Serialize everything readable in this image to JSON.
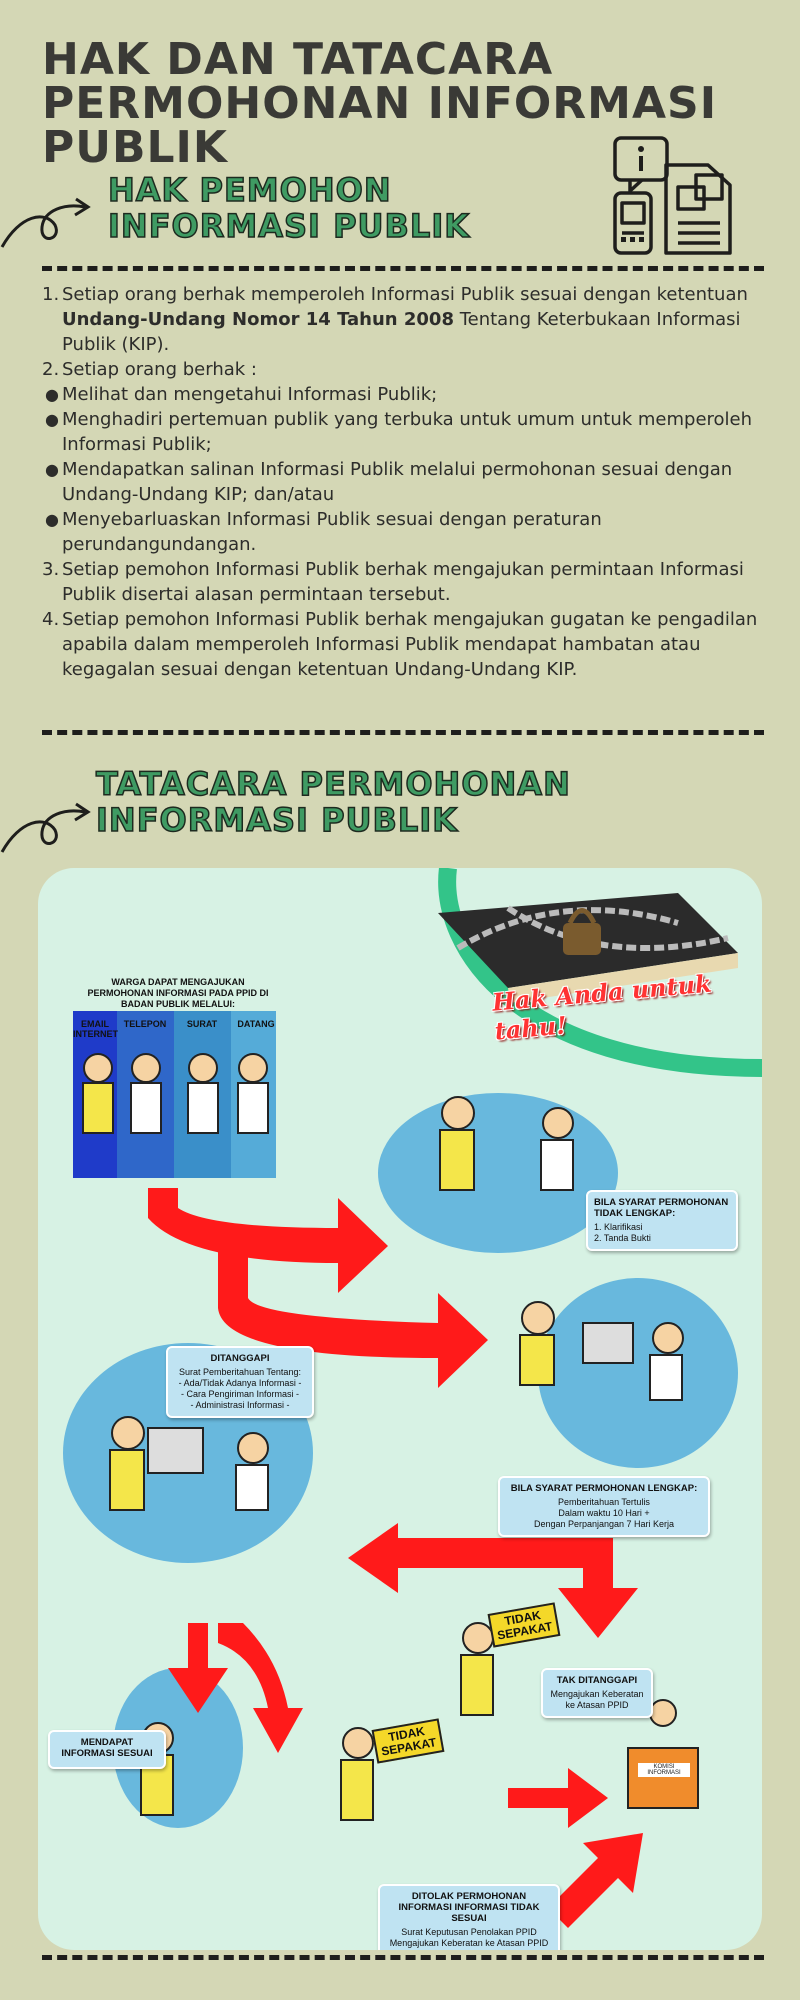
{
  "header": {
    "title_line1": "HAK DAN TATACARA",
    "title_line2": "PERMOHONAN INFORMASI PUBLIK"
  },
  "section1": {
    "title_line1": "HAK PEMOHON",
    "title_line2": "INFORMASI PUBLIK"
  },
  "rights": {
    "item1_marker": "1.",
    "item1_text_a": "Setiap orang berhak memperoleh Informasi Publik sesuai dengan ketentuan ",
    "item1_bold": "Undang-Undang Nomor 14 Tahun 2008",
    "item1_text_b": " Tentang Keterbukaan Informasi Publik (KIP).",
    "item2_marker": "2.",
    "item2_text": "Setiap orang berhak :",
    "bullets": [
      "Melihat dan mengetahui Informasi Publik;",
      "Menghadiri pertemuan publik yang terbuka untuk umum untuk memperoleh Informasi Publik;",
      "Mendapatkan salinan Informasi Publik melalui permohonan sesuai dengan Undang-Undang KIP; dan/atau",
      "Menyebarluaskan Informasi Publik sesuai dengan peraturan perundangundangan."
    ],
    "item3_marker": "3.",
    "item3_text": "Setiap pemohon Informasi Publik berhak mengajukan permintaan Informasi Publik disertai alasan permintaan tersebut.",
    "item4_marker": "4.",
    "item4_text": "Setiap pemohon Informasi Publik berhak mengajukan gugatan ke pengadilan apabila dalam memperoleh Informasi Publik mendapat hambatan atau kegagalan sesuai dengan ketentuan Undang-Undang KIP."
  },
  "section2": {
    "title_line1": "TATACARA PERMOHONAN",
    "title_line2": "INFORMASI PUBLIK"
  },
  "infographic": {
    "slogan": "Hak Anda untuk tahu!",
    "intro": "WARGA DAPAT MENGAJUKAN PERMOHONAN INFORMASI PADA PPID DI BADAN PUBLIK MELALUI:",
    "channels": [
      "EMAIL INTERNET",
      "TELEPON",
      "SURAT",
      "DATANG"
    ],
    "box_incomplete_title": "BILA SYARAT PERMOHONAN TIDAK LENGKAP:",
    "box_incomplete_l1": "1. Klarifikasi",
    "box_incomplete_l2": "2. Tanda Bukti",
    "box_responded_title": "DITANGGAPI",
    "box_responded_l1": "Surat Pemberitahuan Tentang:",
    "box_responded_l2": "- Ada/Tidak Adanya Informasi -",
    "box_responded_l3": "- Cara Pengiriman Informasi -",
    "box_responded_l4": "- Administrasi Informasi -",
    "box_complete_title": "BILA SYARAT PERMOHONAN LENGKAP:",
    "box_complete_l1": "Pemberitahuan Tertulis",
    "box_complete_l2": "Dalam waktu 10 Hari +",
    "box_complete_l3": "Dengan Perpanjangan 7 Hari Kerja",
    "sign1_l1": "TIDAK",
    "sign1_l2": "SEPAKAT",
    "sign2_l1": "TIDAK",
    "sign2_l2": "SEPAKAT",
    "box_not_responded_title": "TAK DITANGGAPI",
    "box_not_responded_l1": "Mengajukan Keberatan",
    "box_not_responded_l2": "ke Atasan PPID",
    "box_got_info_title": "MENDAPAT INFORMASI SESUAI",
    "box_rejected_title": "DITOLAK PERMOHONAN INFORMASI INFORMASI TIDAK SESUAI",
    "box_rejected_l1": "Surat Keputusan Penolakan PPID",
    "box_rejected_l2": "Mengajukan Keberatan ke Atasan PPID",
    "desk_label": "KOMISI INFORMASI"
  },
  "colors": {
    "background": "#d4d7b5",
    "section_title": "#3f9b63",
    "panel": "#d7f2e4",
    "arrow": "#ff1a1a",
    "callout": "#bfe3f2"
  }
}
